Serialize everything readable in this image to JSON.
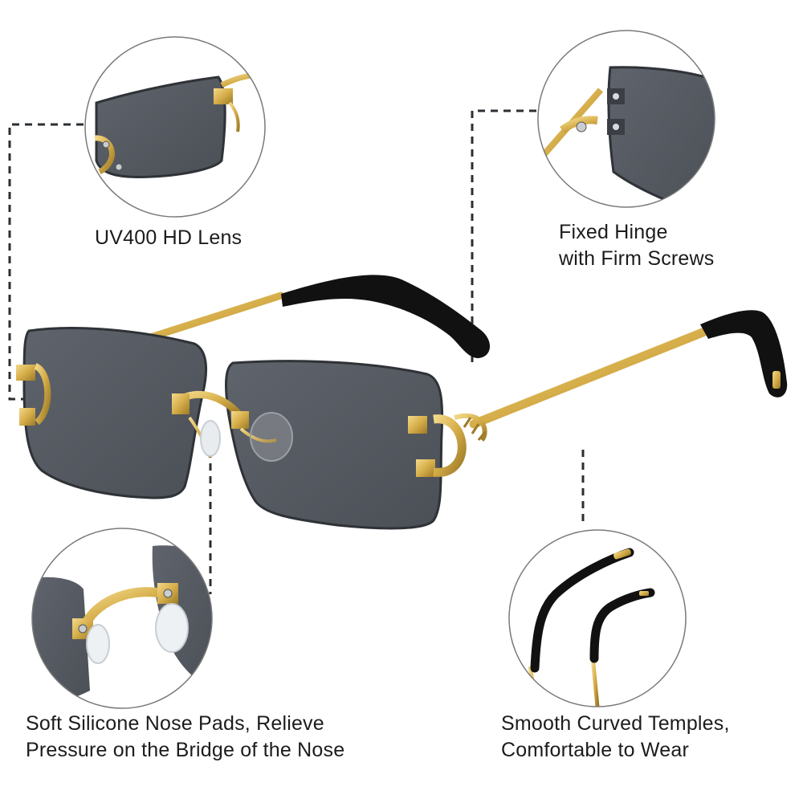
{
  "colors": {
    "lens": "#565b63",
    "lens_edge": "#3a3e44",
    "gold": "#d6ae4a",
    "gold_dark": "#9c7a26",
    "tip": "#111111",
    "callout_line": "#2b2f33",
    "circle_stroke": "#7a7a7a"
  },
  "icons": [
    "lens-closeup-icon",
    "hinge-closeup-icon",
    "nose-pad-closeup-icon",
    "temple-tip-closeup-icon",
    "sunglasses-product-icon"
  ],
  "captions": {
    "lens": [
      "UV400 HD Lens"
    ],
    "hinge": [
      "Fixed Hinge",
      "with Firm Screws"
    ],
    "nose": [
      "Soft Silicone Nose Pads, Relieve",
      "Pressure on the Bridge of the Nose"
    ],
    "temple": [
      "Smooth Curved Temples,",
      "Comfortable to Wear"
    ]
  }
}
